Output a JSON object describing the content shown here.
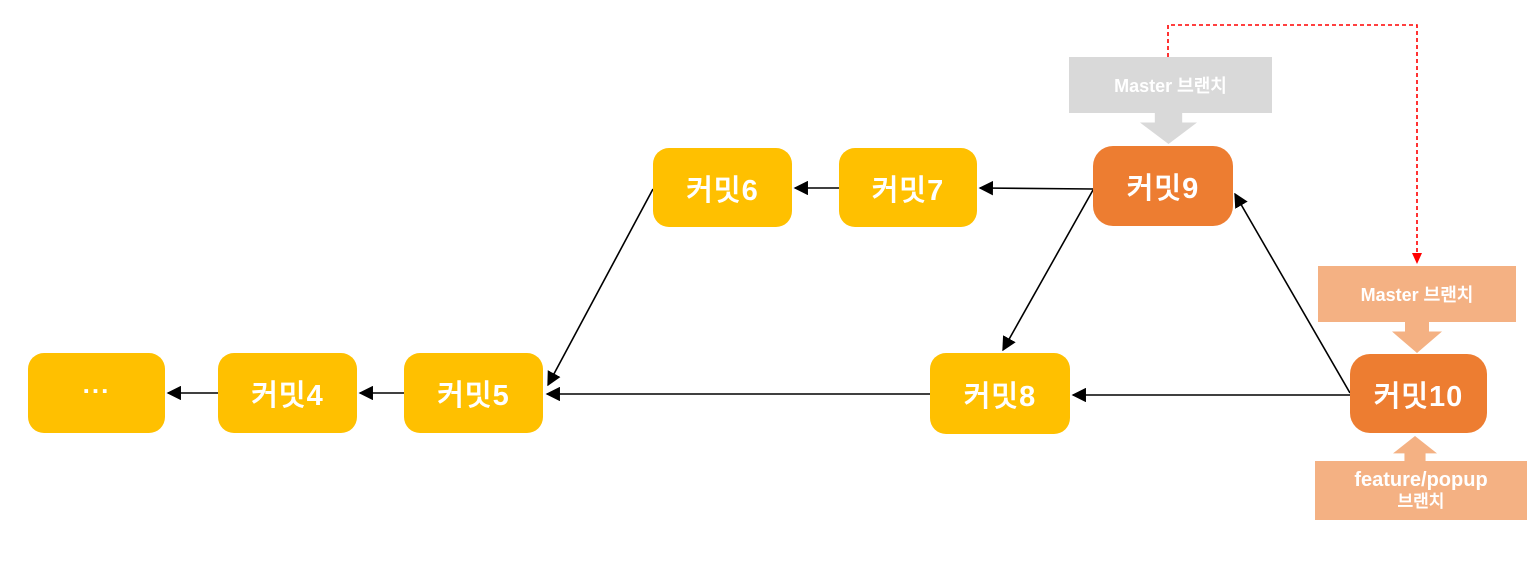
{
  "diagram": {
    "type": "git-branch-commit-graph",
    "nodes": {
      "ellipsis": {
        "label": "...",
        "color_role": "commit_yellow"
      },
      "commit4": {
        "label": "커밋4",
        "color_role": "commit_yellow"
      },
      "commit5": {
        "label": "커밋5",
        "color_role": "commit_yellow"
      },
      "commit6": {
        "label": "커밋6",
        "color_role": "commit_yellow"
      },
      "commit7": {
        "label": "커밋7",
        "color_role": "commit_yellow"
      },
      "commit8": {
        "label": "커밋8",
        "color_role": "commit_yellow"
      },
      "commit9": {
        "label": "커밋9",
        "color_role": "commit_orange"
      },
      "commit10": {
        "label": "커밋10",
        "color_role": "commit_orange"
      }
    },
    "branch_labels": {
      "master_old": {
        "text": "Master 브랜치",
        "color_role": "label_gray",
        "points_to": "commit9"
      },
      "master_new": {
        "text": "Master 브랜치",
        "color_role": "label_salmon",
        "points_to": "commit10"
      },
      "feature": {
        "line1": "feature/popup",
        "line2": "브랜치",
        "color_role": "label_salmon",
        "points_to": "commit10"
      }
    },
    "edges": [
      {
        "from": "commit4",
        "to": "ellipsis"
      },
      {
        "from": "commit5",
        "to": "commit4"
      },
      {
        "from": "commit6",
        "to": "commit5"
      },
      {
        "from": "commit7",
        "to": "commit6"
      },
      {
        "from": "commit9",
        "to": "commit7"
      },
      {
        "from": "commit9",
        "to": "commit8"
      },
      {
        "from": "commit8",
        "to": "commit5"
      },
      {
        "from": "commit10",
        "to": "commit8"
      },
      {
        "from": "commit10",
        "to": "commit9"
      }
    ],
    "move_indicator": {
      "from": "master_old",
      "to": "master_new",
      "style": "dashed",
      "color_role": "move_red"
    },
    "colors": {
      "commit_yellow": "#FFC000",
      "commit_orange": "#ED7D31",
      "label_gray": "#D9D9D9",
      "label_salmon": "#F4B183",
      "move_red": "#FF0000",
      "edge_black": "#000000",
      "text_white": "#FFFFFF"
    }
  }
}
